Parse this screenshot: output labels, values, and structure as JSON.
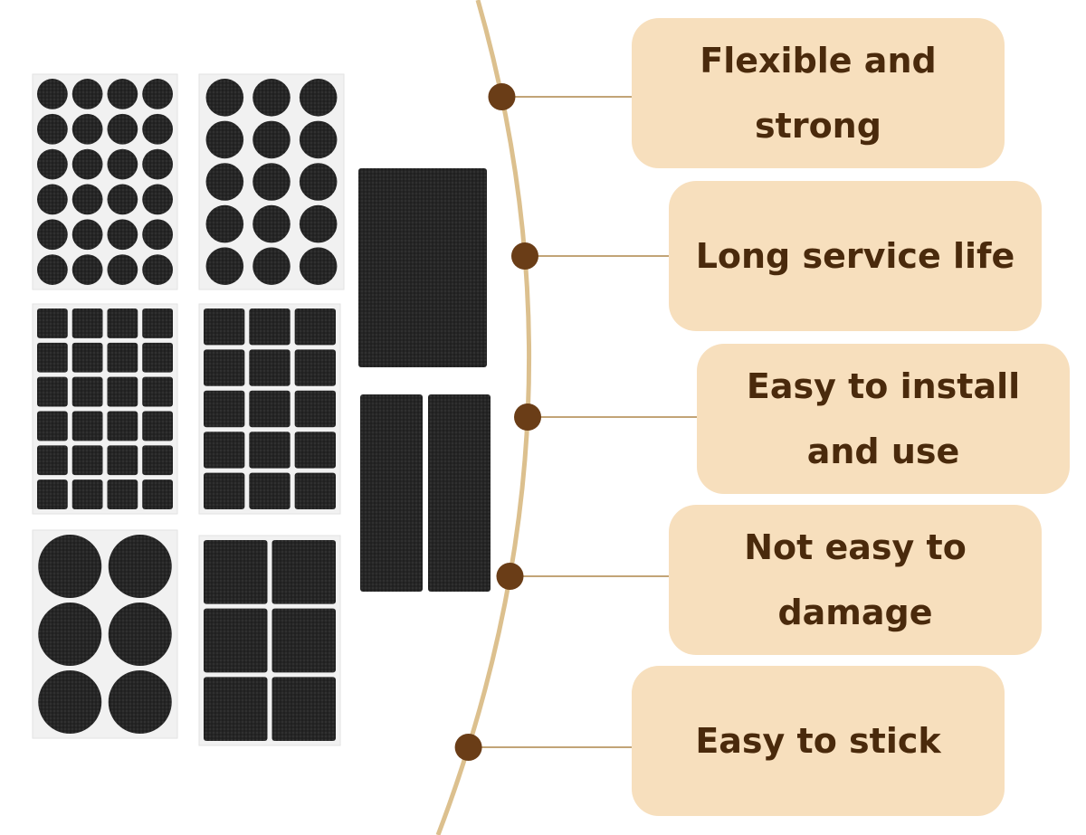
{
  "features": [
    {
      "text": "Flexible and strong"
    },
    {
      "text": "Long service life"
    },
    {
      "text": "Easy to install\nand use"
    },
    {
      "text": "Not easy to\ndamage"
    },
    {
      "text": "Easy to stick"
    }
  ],
  "colors": {
    "background": "#ffffff",
    "box_fill": "#f7dfbd",
    "text": "#4a2a0c",
    "arc": "#dcc08e",
    "dot": "#6a3d17",
    "pad": "#262626",
    "sheet": "#f1f1f1"
  },
  "product_sheets": [
    {
      "shape": "circle",
      "columns": 4,
      "rows": 6
    },
    {
      "shape": "circle",
      "columns": 3,
      "rows": 5
    },
    {
      "shape": "rectangle",
      "columns": 1,
      "rows": 1
    },
    {
      "shape": "square",
      "columns": 4,
      "rows": 6
    },
    {
      "shape": "square",
      "columns": 3,
      "rows": 5
    },
    {
      "shape": "strip",
      "columns": 2,
      "rows": 1
    },
    {
      "shape": "circle",
      "columns": 2,
      "rows": 3
    },
    {
      "shape": "square",
      "columns": 2,
      "rows": 3
    }
  ]
}
